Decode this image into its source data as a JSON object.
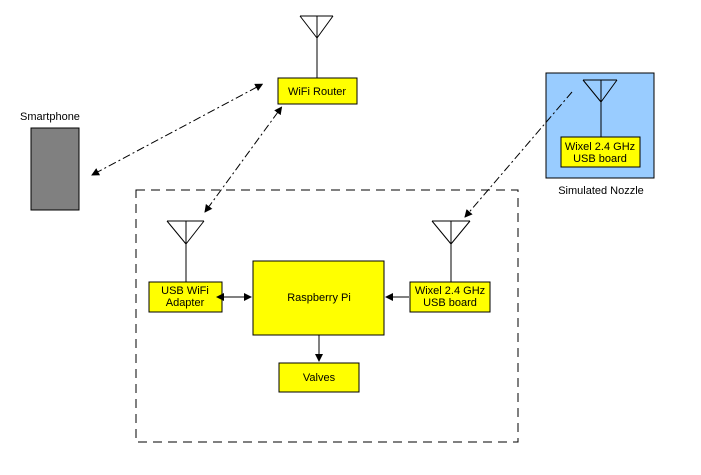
{
  "labels": {
    "smartphone": "Smartphone",
    "wifi_router": "WiFi Router",
    "simulated_nozzle": "Simulated Nozzle",
    "nozzle_board_line1": "Wixel 2.4 GHz",
    "nozzle_board_line2": "USB board",
    "usb_wifi_line1": "USB WiFi",
    "usb_wifi_line2": "Adapter",
    "raspberry_pi": "Raspberry Pi",
    "wixel_board_line1": "Wixel 2.4 GHz",
    "wixel_board_line2": "USB board",
    "valves": "Valves"
  },
  "colors": {
    "box_fill": "#ffff00",
    "nozzle_background": "#99ccff",
    "smartphone_fill": "#808080"
  }
}
